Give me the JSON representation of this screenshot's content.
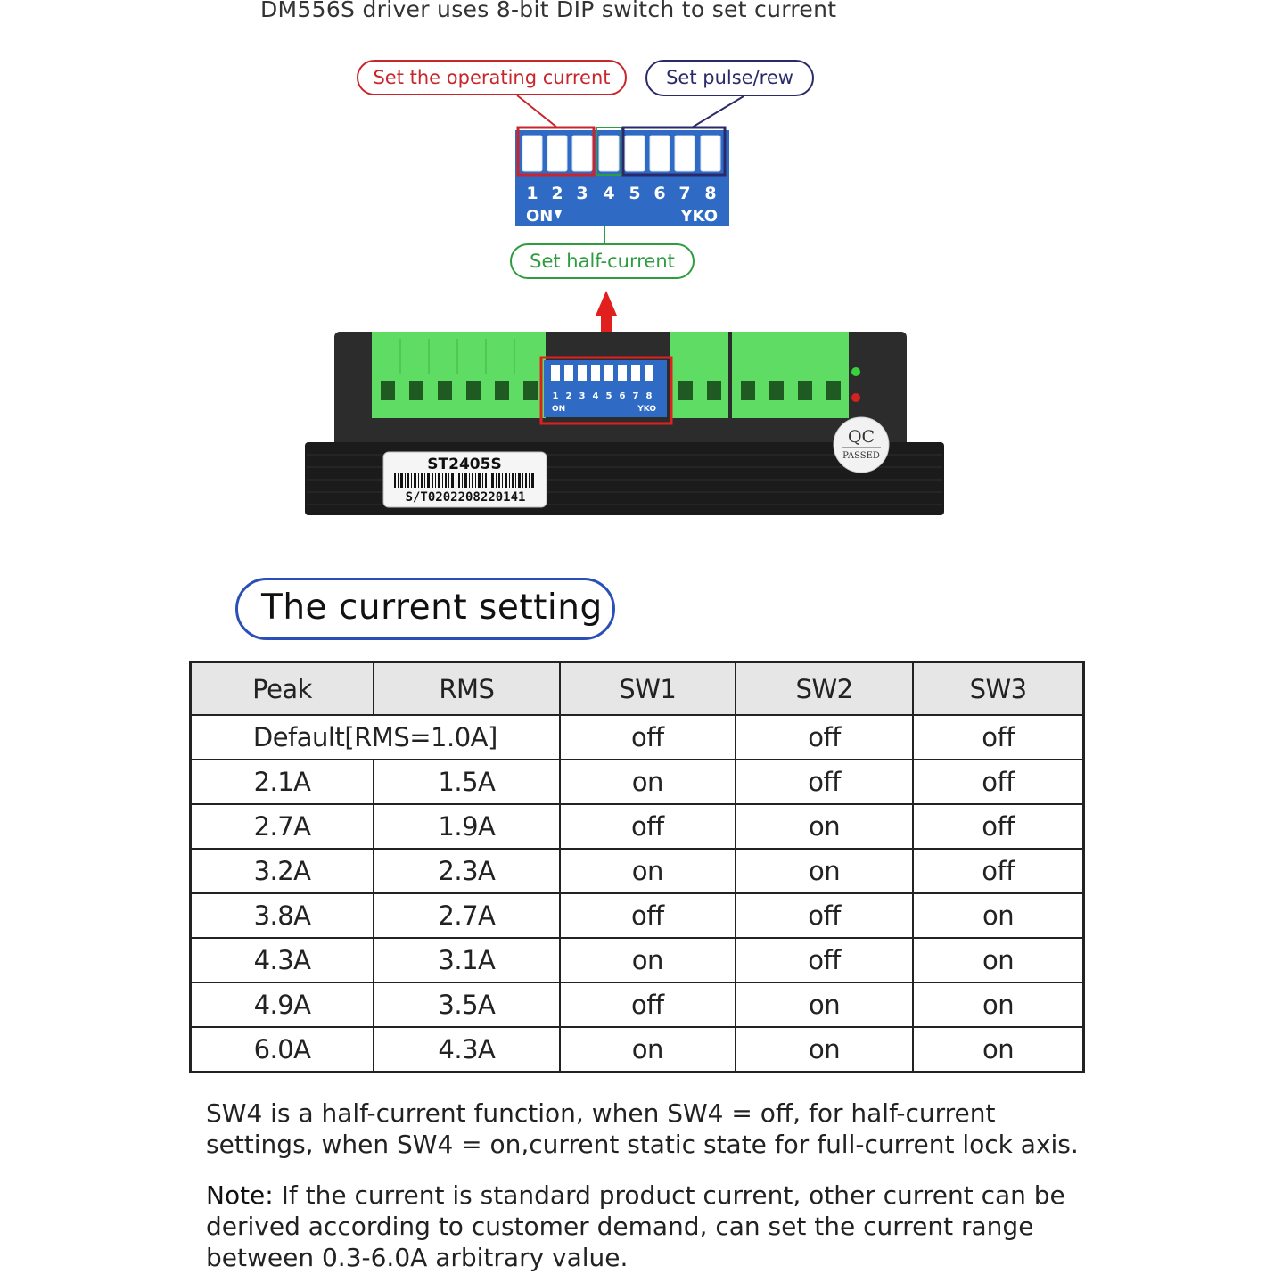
{
  "heading": "DM556S driver uses 8-bit DIP switch to set current",
  "callouts": {
    "operating_current": "Set the operating current",
    "pulse_rev": "Set pulse/rew",
    "half_current": "Set half-current"
  },
  "dip_switch": {
    "numbers": [
      "1",
      "2",
      "3",
      "4",
      "5",
      "6",
      "7",
      "8"
    ],
    "on_label": "ON",
    "brand": "YKO"
  },
  "driver": {
    "model": "ST2405S",
    "serial": "S/T0202208220141",
    "qc_label": "QC",
    "qc_passed": "PASSED"
  },
  "section_title": "The current setting",
  "table": {
    "headers": [
      "Peak",
      "RMS",
      "SW1",
      "SW2",
      "SW3"
    ],
    "default_row": {
      "label": "Default[RMS=1.0A]",
      "sw1": "off",
      "sw2": "off",
      "sw3": "off"
    },
    "rows": [
      {
        "peak": "2.1A",
        "rms": "1.5A",
        "sw1": "on",
        "sw2": "off",
        "sw3": "off"
      },
      {
        "peak": "2.7A",
        "rms": "1.9A",
        "sw1": "off",
        "sw2": "on",
        "sw3": "off"
      },
      {
        "peak": "3.2A",
        "rms": "2.3A",
        "sw1": "on",
        "sw2": "on",
        "sw3": "off"
      },
      {
        "peak": "3.8A",
        "rms": "2.7A",
        "sw1": "off",
        "sw2": "off",
        "sw3": "on"
      },
      {
        "peak": "4.3A",
        "rms": "3.1A",
        "sw1": "on",
        "sw2": "off",
        "sw3": "on"
      },
      {
        "peak": "4.9A",
        "rms": "3.5A",
        "sw1": "off",
        "sw2": "on",
        "sw3": "on"
      },
      {
        "peak": "6.0A",
        "rms": "4.3A",
        "sw1": "on",
        "sw2": "on",
        "sw3": "on"
      }
    ]
  },
  "sw4_note": "SW4 is a half-current function, when SW4 = off, for half-current settings, when SW4 = on,current static state for full-current lock axis.",
  "note": {
    "label": "Note:",
    "text": " If the current is standard product current, other current can be derived according to customer demand, can set the current range between 0.3-6.0A arbitrary value."
  },
  "colors": {
    "red": "#c8262c",
    "green": "#2e9c3f",
    "navy": "#2a2a6a",
    "switch_blue": "#2f6bc4",
    "terminal_green": "#5fdc63",
    "pill_blue": "#2b4fb8"
  }
}
